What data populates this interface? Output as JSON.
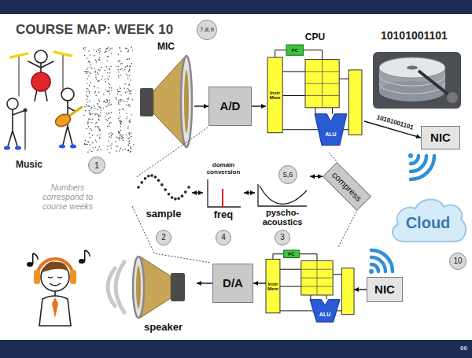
{
  "diagram": {
    "title": "COURSE MAP: WEEK 10",
    "nodes": [
      {
        "text": [
          "MIC"
        ]
      },
      {
        "text": [
          "A/D"
        ]
      },
      {
        "text": [
          "CPU",
          "PC",
          "Instr Mem",
          "ALU"
        ]
      },
      {
        "text": [
          "NIC"
        ]
      },
      {
        "text": [
          "Cloud"
        ]
      },
      {
        "text": [
          "sample"
        ]
      },
      {
        "text": [
          "domain conversion",
          "freq"
        ]
      },
      {
        "text": [
          "pyscho- acoustics"
        ]
      },
      {
        "text": [
          "compress"
        ]
      },
      {
        "text": [
          "speaker"
        ]
      },
      {
        "text": [
          "D/A"
        ]
      },
      {
        "text": [
          "PC",
          "Instr Mem",
          "ALU"
        ]
      },
      {
        "text": [
          "NIC"
        ]
      }
    ],
    "edges": [
      {
        "from": 0,
        "to": 1,
        "arrow": "to"
      },
      {
        "from": 1,
        "to": 2,
        "arrow": "to"
      },
      {
        "from": 2,
        "to": 3,
        "label": "10101001101",
        "arrow": "to"
      },
      {
        "from": 5,
        "to": 6,
        "arrow": "both"
      },
      {
        "from": 6,
        "to": 7,
        "arrow": "both"
      },
      {
        "from": 7,
        "to": 8,
        "arrow": "both"
      },
      {
        "from": 12,
        "to": 11,
        "arrow": "to"
      },
      {
        "from": 11,
        "to": 10,
        "arrow": "to"
      },
      {
        "from": 10,
        "to": 9,
        "arrow": "to"
      }
    ],
    "labels": [
      "7,8,9",
      "10101001101",
      "Music",
      "1",
      "Numbers correspond to course weeks",
      "2",
      "4",
      "5,6",
      "3",
      "10",
      "66"
    ]
  }
}
